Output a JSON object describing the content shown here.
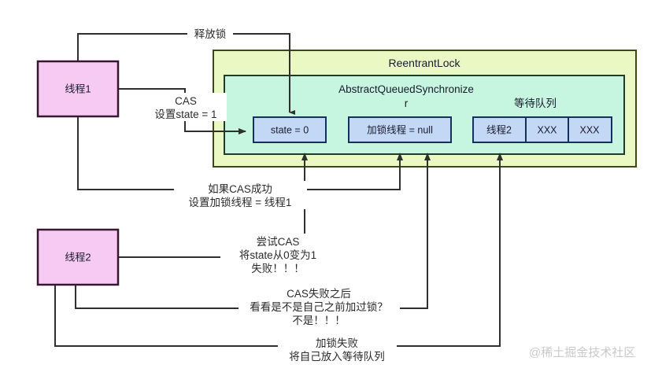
{
  "diagram": {
    "title_watermark": "@稀土掘金技术社区",
    "threads": [
      {
        "id": "thread1",
        "label": "线程1"
      },
      {
        "id": "thread2",
        "label": "线程2"
      }
    ],
    "containers": {
      "reentrant_lock": {
        "label": "ReentrantLock",
        "fill": "#eaf8c4",
        "stroke": "#3b4a13"
      },
      "aqs": {
        "label_line1": "AbstractQueuedSynchronize",
        "label_line2": "r",
        "label_full": "AbstractQueuedSynchronizer",
        "fill": "#c6f5e0",
        "stroke": "#1f3b2c"
      }
    },
    "fields": [
      {
        "id": "state",
        "label": "state = 0"
      },
      {
        "id": "owner-thread",
        "label": "加锁线程 = null"
      }
    ],
    "wait_queue": {
      "label": "等待队列",
      "nodes": [
        {
          "id": "queue-node-0",
          "label": "线程2"
        },
        {
          "id": "queue-node-1",
          "label": "XXX"
        },
        {
          "id": "queue-node-2",
          "label": "XXX"
        }
      ]
    },
    "edges": [
      {
        "id": "release-lock",
        "from": "thread1",
        "to": "state",
        "lines": [
          "释放锁"
        ]
      },
      {
        "id": "cas-set-state",
        "from": "thread1",
        "to": "state",
        "lines": [
          "CAS",
          "设置state = 1"
        ]
      },
      {
        "id": "cas-success-set-owner",
        "from": "thread1",
        "to": "owner-thread",
        "lines": [
          "如果CAS成功",
          "设置加锁线程 = 线程1"
        ]
      },
      {
        "id": "try-cas-fail",
        "from": "thread2",
        "to": "state",
        "lines": [
          "尝试CAS",
          "将state从0变为1",
          "失败！！！"
        ]
      },
      {
        "id": "check-reentrant",
        "from": "thread2",
        "to": "owner-thread",
        "lines": [
          "CAS失败之后",
          "看看是不是自己之前加过锁？",
          "不是！！！"
        ]
      },
      {
        "id": "enqueue-on-failure",
        "from": "thread2",
        "to": "queue-node-0",
        "lines": [
          "加锁失败",
          "将自己放入等待队列"
        ]
      }
    ],
    "colors": {
      "thread_box_fill": "#f7caf4",
      "thread_box_stroke": "#3a1530",
      "field_box_fill": "#c3d8f5",
      "field_box_stroke": "#13315c",
      "line": "#2f2f2f",
      "background": "#ffffff"
    }
  }
}
